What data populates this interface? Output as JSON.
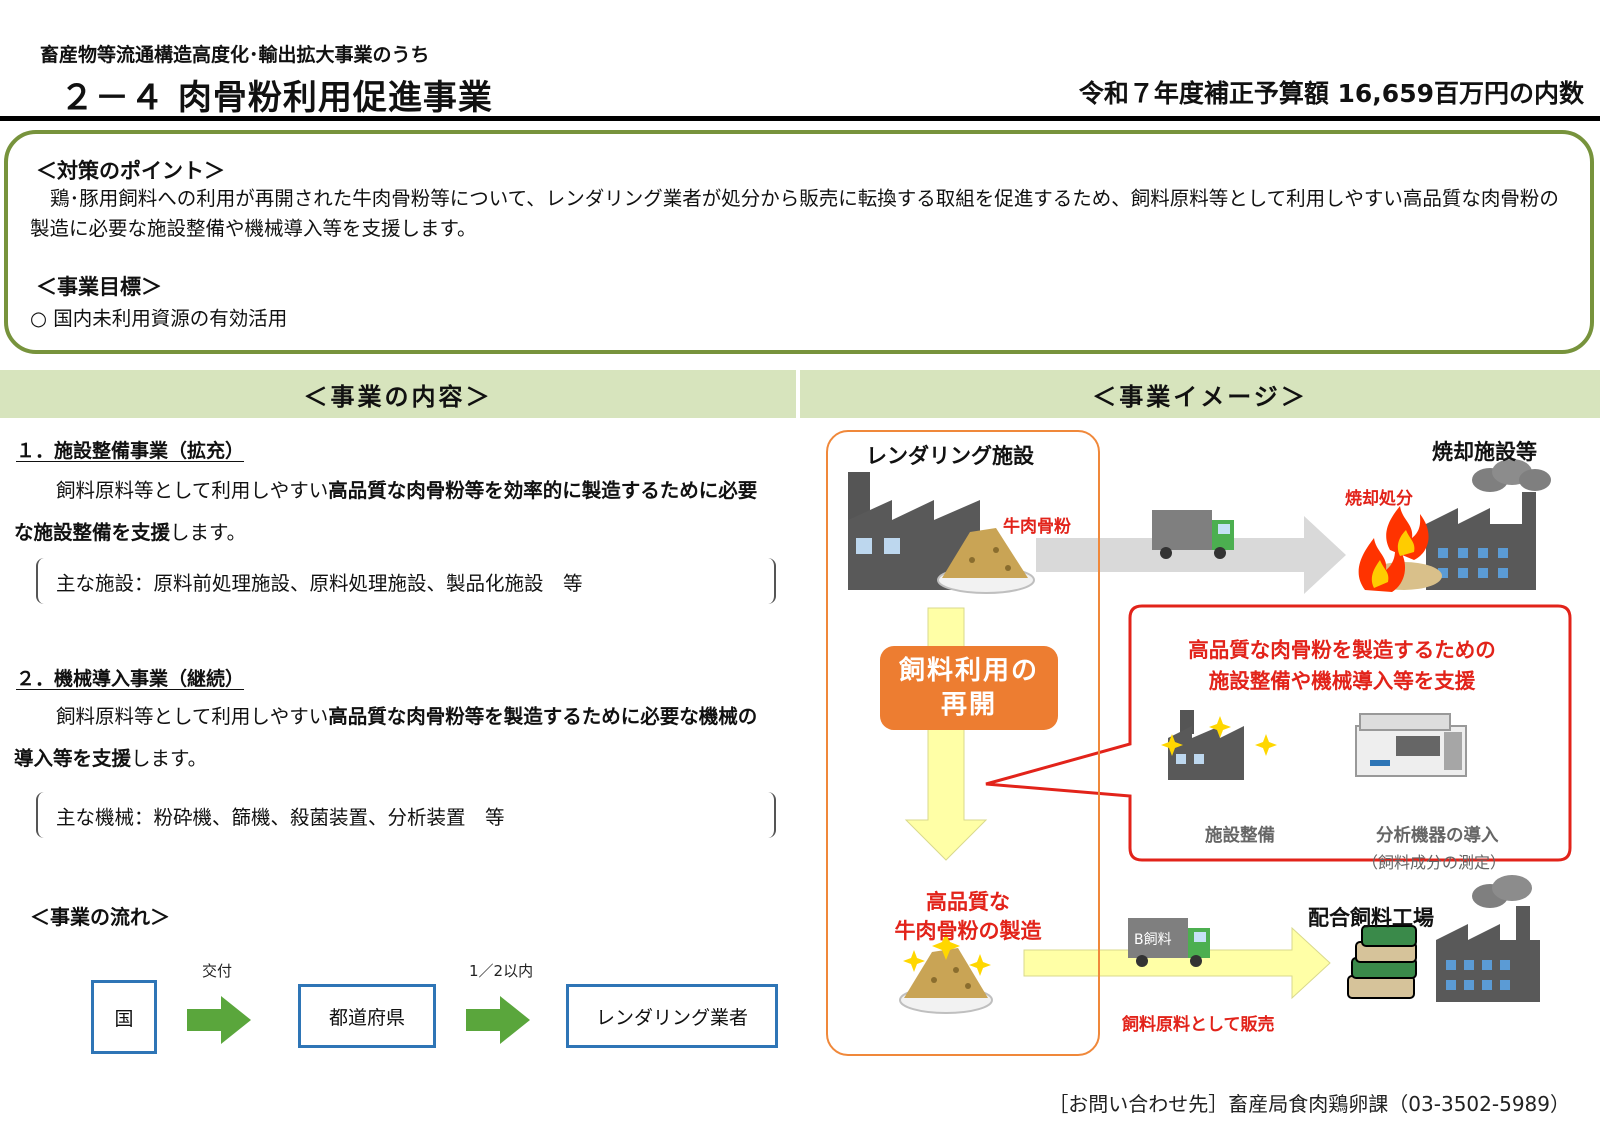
{
  "header": {
    "parent_project": "畜産物等流通構造高度化･輸出拡大事業のうち",
    "title": "２－４  肉骨粉利用促進事業",
    "budget": "令和７年度補正予算額  16,659百万円の内数"
  },
  "points": {
    "heading": "＜対策のポイント＞",
    "text": "鶏･豚用飼料への利用が再開された牛肉骨粉等について、レンダリング業者が処分から販売に転換する取組を促進するため、飼料原料等として利用しやすい高品質な肉骨粉の製造に必要な施設整備や機械導入等を支援します。",
    "goal_heading": "＜事業目標＞",
    "goal": "○ 国内未利用資源の有効活用"
  },
  "sections": {
    "content_header": "＜事業の内容＞",
    "image_header": "＜事業イメージ＞"
  },
  "content": {
    "item1": {
      "heading": "１．施設整備事業（拡充）",
      "text_a": "飼料原料等として利用しやすい",
      "text_bold": "高品質な肉骨粉等を効率的に製造するために必要な施設整備を支援",
      "text_b": "します。",
      "facilities": "主な施設：原料前処理施設、原料処理施設、製品化施設　等"
    },
    "item2": {
      "heading": "２．機械導入事業（継続）",
      "text_a": "飼料原料等として利用しやすい",
      "text_bold": "高品質な肉骨粉等を製造するために必要な機械の導入等を支援",
      "text_b": "します。",
      "machines": "主な機械：粉砕機、篩機、殺菌装置、分析装置　等"
    },
    "flow": {
      "heading": "＜事業の流れ＞",
      "node1": "国",
      "label1": "交付",
      "node2": "都道府県",
      "label2": "1／2以内",
      "node3": "レンダリング業者"
    }
  },
  "image": {
    "rendering_facility": "レンダリング施設",
    "meat_bone_meal": "牛肉骨粉",
    "incineration_facility": "焼却施設等",
    "incineration_disposal": "焼却処分",
    "resume_line1": "飼料利用の",
    "resume_line2": "再開",
    "hq_line1": "高品質な",
    "hq_line2": "牛肉骨粉の製造",
    "feed_plant": "配合飼料工場",
    "truck_label": "B飼料",
    "sell_as_feed": "飼料原料として販売",
    "support_line1": "高品質な肉骨粉を製造するための",
    "support_line2": "施設整備や機械導入等を支援",
    "facility_label": "施設整備",
    "analyzer_label": "分析機器の導入",
    "analyzer_sub": "（飼料成分の測定）"
  },
  "contact": "［お問い合わせ先］畜産局食肉鶏卵課（03-3502-5989）",
  "colors": {
    "accent_green": "#77933c",
    "bar_green": "#d7e4bd",
    "orange": "#ed7d31",
    "red": "#e2231a",
    "blue": "#2e75b6",
    "arrow_green": "#5aa63c"
  }
}
